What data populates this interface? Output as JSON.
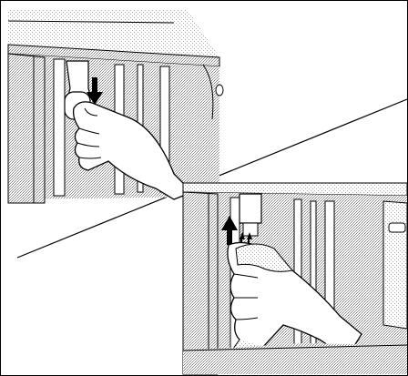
{
  "illustration": {
    "panels": [
      {
        "name": "panel-top-left",
        "action": "pull-down",
        "arrow_icon": "arrow-down-icon"
      },
      {
        "name": "panel-bottom-right",
        "action": "push-up",
        "arrow_icon": "arrow-up-icon"
      }
    ],
    "colors": {
      "line": "#000000",
      "hatch": "#9a9a9a",
      "background": "#ffffff"
    }
  }
}
